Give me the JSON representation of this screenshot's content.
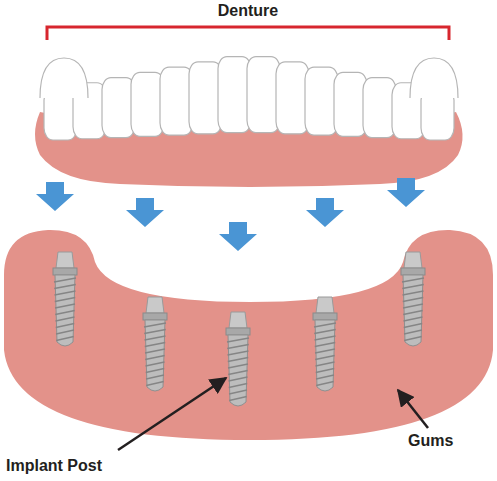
{
  "diagram": {
    "labels": [
      "Denture",
      "Implant Post",
      "Gums"
    ]
  }
}
